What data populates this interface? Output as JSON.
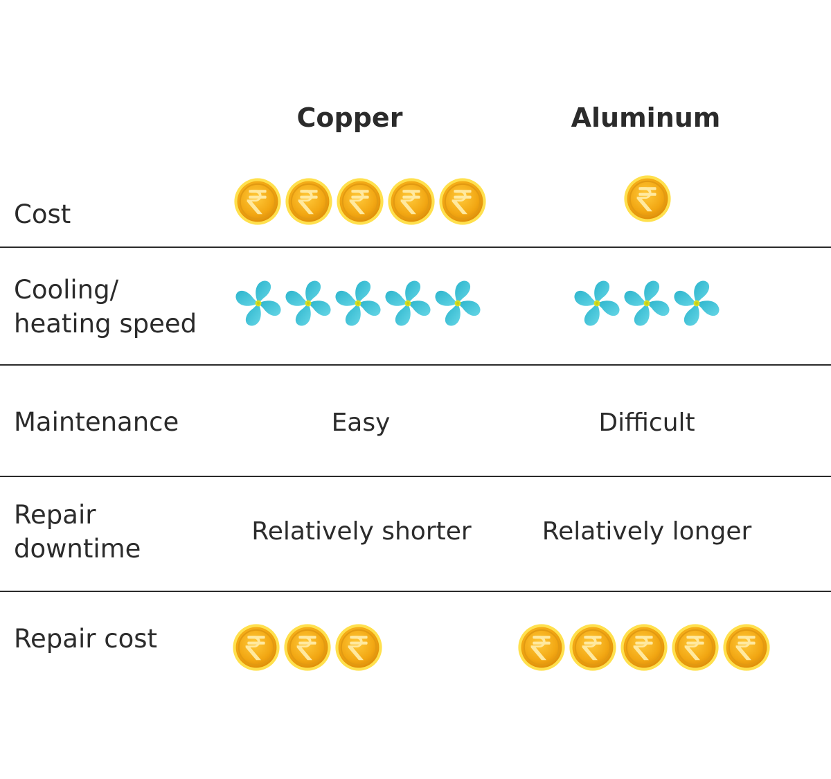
{
  "columns": {
    "copper": "Copper",
    "aluminum": "Aluminum"
  },
  "rows": {
    "cost": {
      "label": "Cost",
      "copper_coins": 5,
      "aluminum_coins": 1
    },
    "speed": {
      "label_line1": "Cooling/",
      "label_line2": "heating speed",
      "copper_fans": 5,
      "aluminum_fans": 3
    },
    "maintenance": {
      "label": "Maintenance",
      "copper": "Easy",
      "aluminum": "Difficult"
    },
    "downtime": {
      "label_line1": "Repair",
      "label_line2": "downtime",
      "copper": "Relatively shorter",
      "aluminum": "Relatively longer"
    },
    "repair_cost": {
      "label": "Repair cost",
      "copper_coins": 3,
      "aluminum_coins": 5
    }
  },
  "colors": {
    "coin_gold": "#f5b31a",
    "coin_rim": "#ffd84a",
    "fan_blue": "#3fc3d8",
    "fan_center": "#d9e021",
    "divider": "#2a2a2a"
  },
  "icons": {
    "cost": "rupee-coin-icon",
    "speed": "fan-icon"
  }
}
